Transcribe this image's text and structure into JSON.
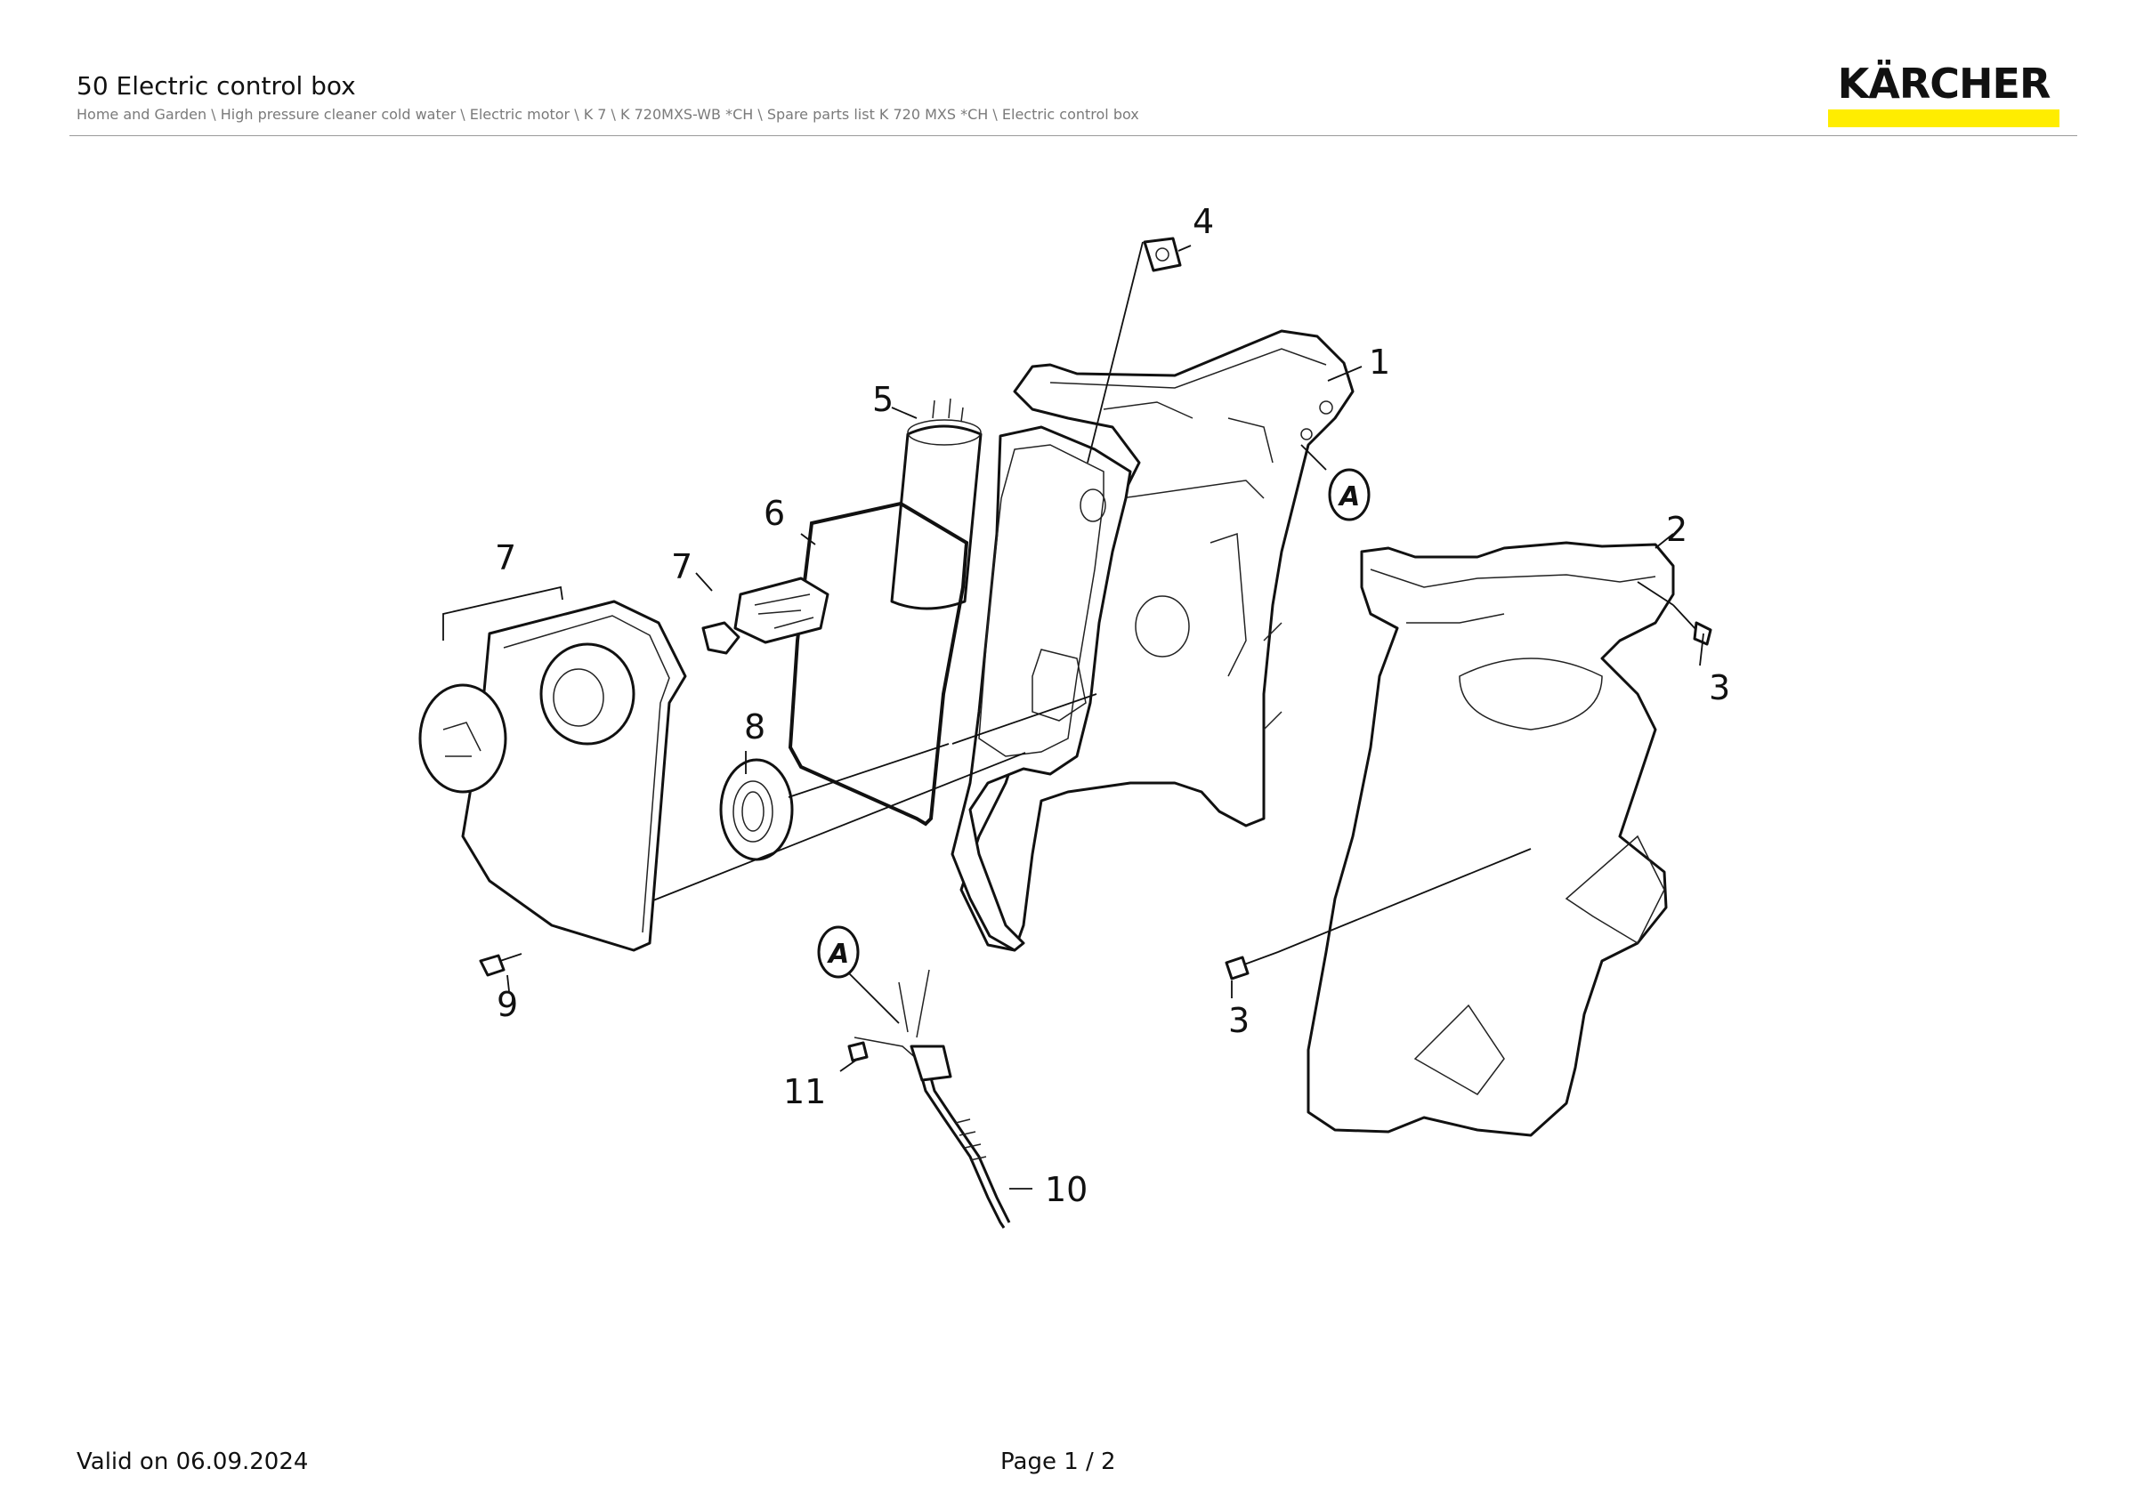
{
  "header": {
    "title": "50 Electric control box",
    "breadcrumb": "Home and Garden \\ High pressure cleaner cold water \\ Electric motor \\ K 7 \\ K 720MXS-WB *CH \\ Spare parts list K 720 MXS *CH \\ Electric control box"
  },
  "logo": {
    "text": "KÄRCHER",
    "accent_color": "#ffed00"
  },
  "drawing": {
    "callouts": [
      "4",
      "1",
      "5",
      "6",
      "7",
      "7",
      "2",
      "3",
      "8",
      "9",
      "A",
      "11",
      "10",
      "3",
      "A"
    ]
  },
  "footer": {
    "valid": "Valid on 06.09.2024",
    "page": "Page 1 / 2"
  }
}
